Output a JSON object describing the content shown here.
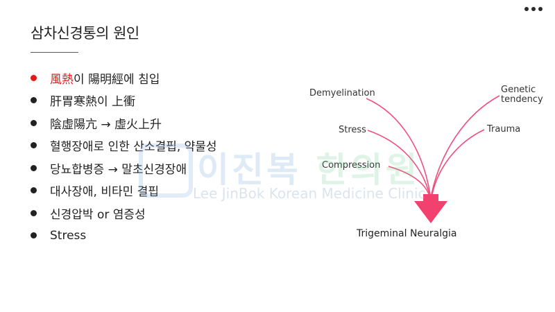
{
  "slide": {
    "title": "삼차신경통의 원인",
    "bullets": [
      {
        "highlight": "風熱",
        "text": "이 陽明經에 침입"
      },
      {
        "text": "肝胃寒熱이 上衝"
      },
      {
        "text": "陰虛陽亢 → 虛火上升"
      },
      {
        "text": "혈행장애로 인한 산소결핍, 약물성"
      },
      {
        "text": "당뇨합병증 → 말초신경장애"
      },
      {
        "text": "대사장애, 비타민 결핍"
      },
      {
        "text": "신경압박 or 염증성"
      },
      {
        "text": "Stress"
      }
    ],
    "accent_color": "#e01b1b",
    "bullet_color": "#222222"
  },
  "menu": {
    "icon": "more-horizontal-icon"
  },
  "watermark": {
    "korean_a": "이진복",
    "korean_b": "한의원",
    "english": "Lee JinBok Korean Medicine Clinic"
  },
  "diagram": {
    "causes": [
      "Demyelination",
      "Genetic",
      "tendency",
      "Stress",
      "Trauma",
      "Compression"
    ],
    "result": "Trigeminal Neuralgia",
    "curve_color": "#ee4f7e",
    "arrow_color": "#f2406f"
  }
}
